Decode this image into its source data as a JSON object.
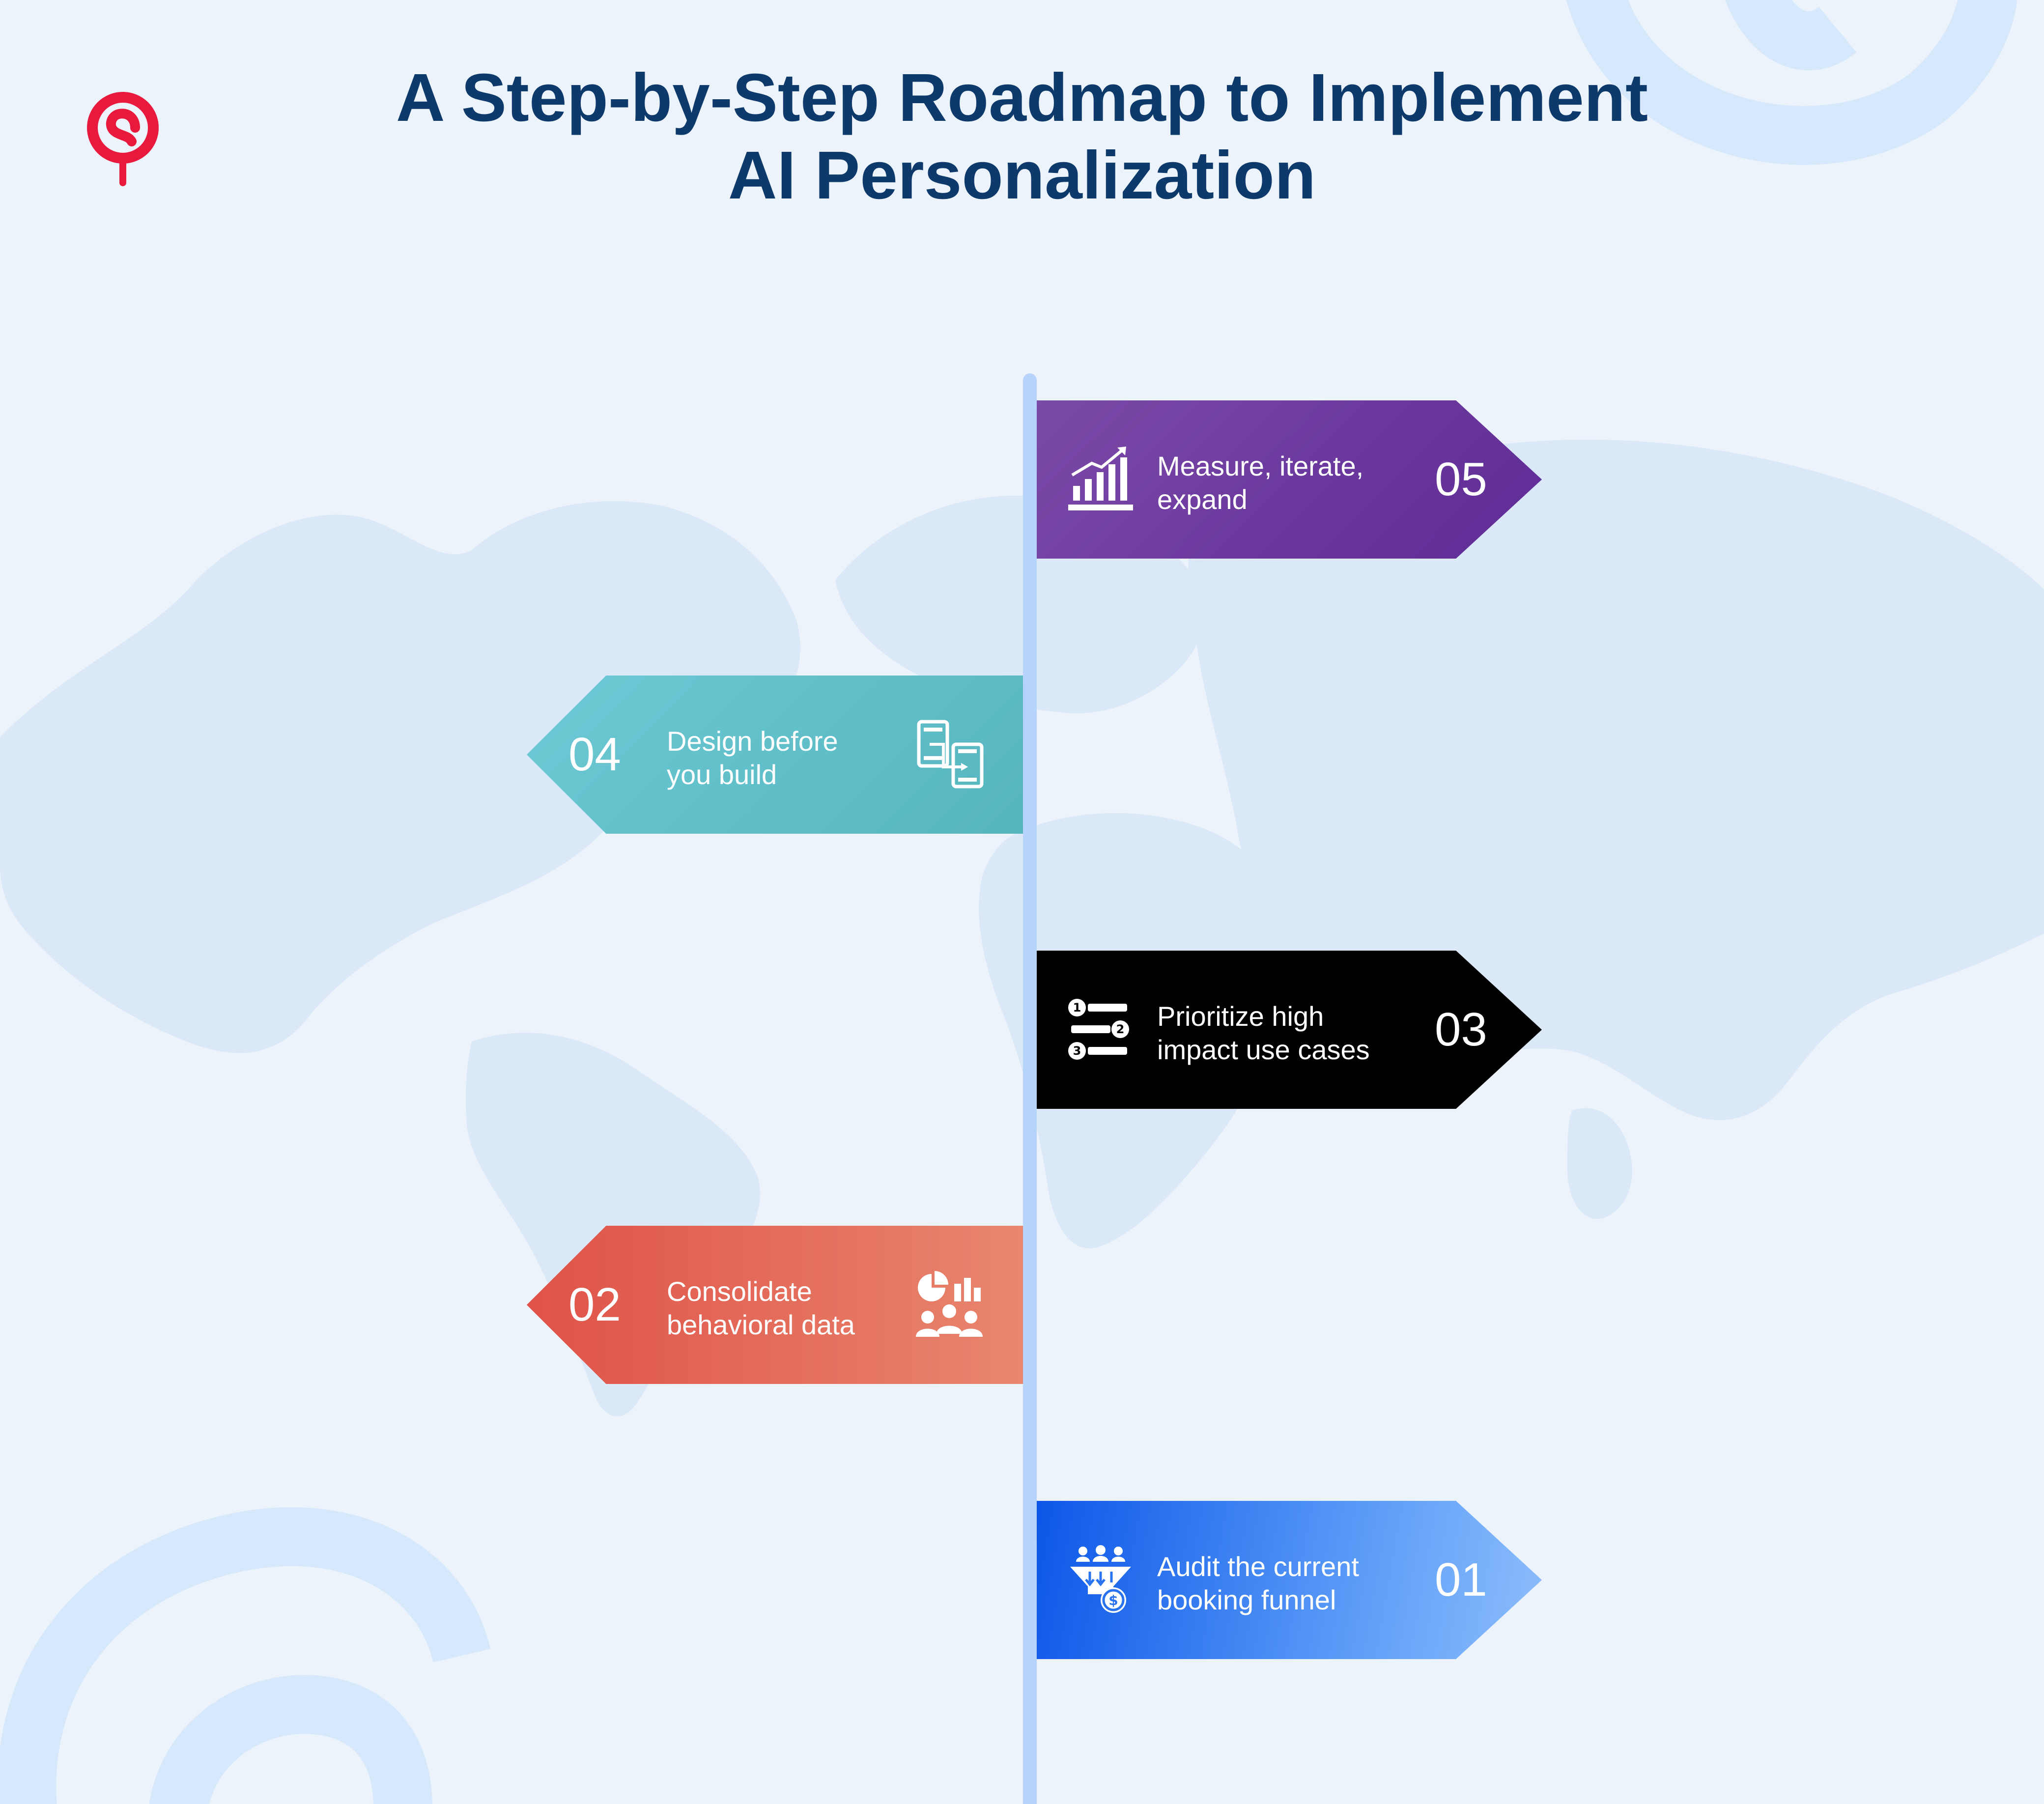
{
  "header": {
    "title_line1": "A Step-by-Step Roadmap to Implement",
    "title_line2": "AI Personalization"
  },
  "colors": {
    "background": "#ecf3fa",
    "title": "#0d3a6b",
    "pole": "#b6d3fb",
    "logo": "#e8193c",
    "step_05": "#6a35a0",
    "step_04": "#62c0c9",
    "step_03": "#000000",
    "step_02": "#e3644f",
    "step_01": "#2a73f0"
  },
  "steps": [
    {
      "number": "05",
      "line1": "Measure, iterate,",
      "line2": "expand",
      "icon": "growth-chart-icon"
    },
    {
      "number": "04",
      "line1": "Design before",
      "line2": "you build",
      "icon": "devices-flow-icon"
    },
    {
      "number": "03",
      "line1": "Prioritize high",
      "line2": "impact use cases",
      "icon": "ranked-list-icon"
    },
    {
      "number": "02",
      "line1": "Consolidate",
      "line2": "behavioral data",
      "icon": "data-people-icon"
    },
    {
      "number": "01",
      "line1": "Audit the current",
      "line2": "booking funnel",
      "icon": "funnel-icon"
    }
  ]
}
